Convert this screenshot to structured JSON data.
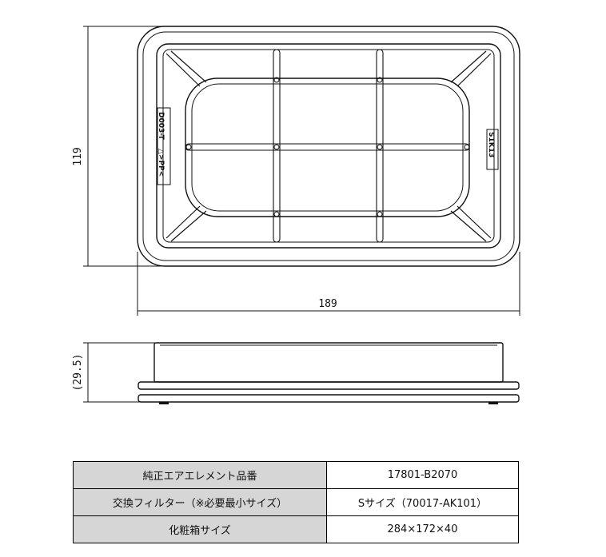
{
  "top_view": {
    "height_dim": "119",
    "width_dim": "189",
    "label_left_1": "D003-T",
    "label_left_2": "△>PP<",
    "label_right": "S1K13"
  },
  "side_view": {
    "height_dim": "(29.5)"
  },
  "spec_table": {
    "rows": [
      {
        "label": "純正エアエレメント品番",
        "value": "17801-B2070"
      },
      {
        "label": "交換フィルター（※必要最小サイズ）",
        "value": "Sサイズ（70017-AK101）"
      },
      {
        "label": "化粧箱サイズ",
        "value": "284×172×40"
      }
    ]
  }
}
